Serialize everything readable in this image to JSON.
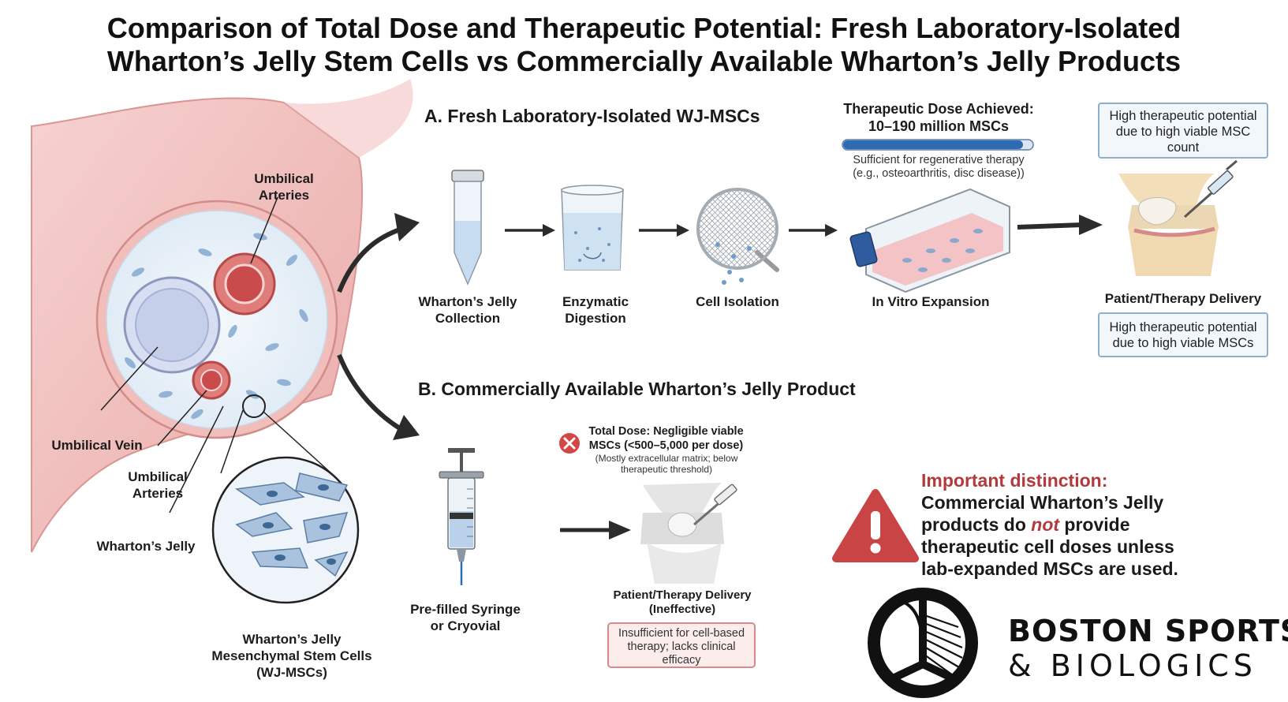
{
  "title": {
    "line1": "Comparison of Total Dose and Therapeutic Potential: Fresh Laboratory-Isolated",
    "line2": "Wharton’s Jelly Stem Cells vs Commercially Available Wharton’s Jelly Products"
  },
  "anatomy": {
    "umbilical_arteries_top": "Umbilical Arteries",
    "umbilical_vein": "Umbilical Vein",
    "umbilical_arteries_bottom": "Umbilical Arteries",
    "whartons_jelly": "Wharton’s Jelly",
    "wj_mscs": "Wharton’s Jelly Mesenchymal Stem Cells (WJ-MSCs)"
  },
  "section_a": {
    "heading": "A. Fresh Laboratory-Isolated WJ-MSCs",
    "steps": [
      {
        "label": "Wharton’s Jelly Collection"
      },
      {
        "label": "Enzymatic Digestion"
      },
      {
        "label": "Cell Isolation"
      },
      {
        "label": "In Vitro Expansion"
      }
    ],
    "dose_title": "Therapeutic Dose Achieved:",
    "dose_value": "10–190 million MSCs",
    "dose_bar_fill": 0.95,
    "dose_note_line1": "Sufficient for regenerative therapy",
    "dose_note_line2": "(e.g., osteoarthritis, disc disease))",
    "potential_box": "High therapeutic potential due to high viable MSC count",
    "delivery_label": "Patient/Therapy Delivery",
    "delivery_box": "High therapeutic potential due to high viable MSCs"
  },
  "section_b": {
    "heading": "B. Commercially Available Wharton’s Jelly Product",
    "dose_title": "Total Dose: Negligible viable MSCs (<500–5,000 per dose)",
    "dose_note": "(Mostly extracellular matrix; below therapeutic threshold)",
    "syringe_label": "Pre-filled Syringe or Cryovial",
    "delivery_label": "Patient/Therapy Delivery (Ineffective)",
    "delivery_box": "Insufficient for cell-based therapy; lacks clinical efficacy"
  },
  "warning": {
    "title": "Important distinction:",
    "line1": "Commercial Wharton’s Jelly",
    "line2_pre": "products do ",
    "line2_em": "not",
    "line2_post": " provide",
    "line3": "therapeutic cell doses unless",
    "line4": "lab-expanded MSCs are used."
  },
  "brand": {
    "line1": "BOSTON SPORTS",
    "line2": "& BIOLOGICS"
  },
  "colors": {
    "cord": "#f2c4c4",
    "cord_edge": "#d88f8f",
    "jelly": "#e7f0f8",
    "artery": "#d95f5f",
    "vein": "#c3cdea",
    "accent_blue": "#3f79b8",
    "warning_red": "#c94444"
  }
}
